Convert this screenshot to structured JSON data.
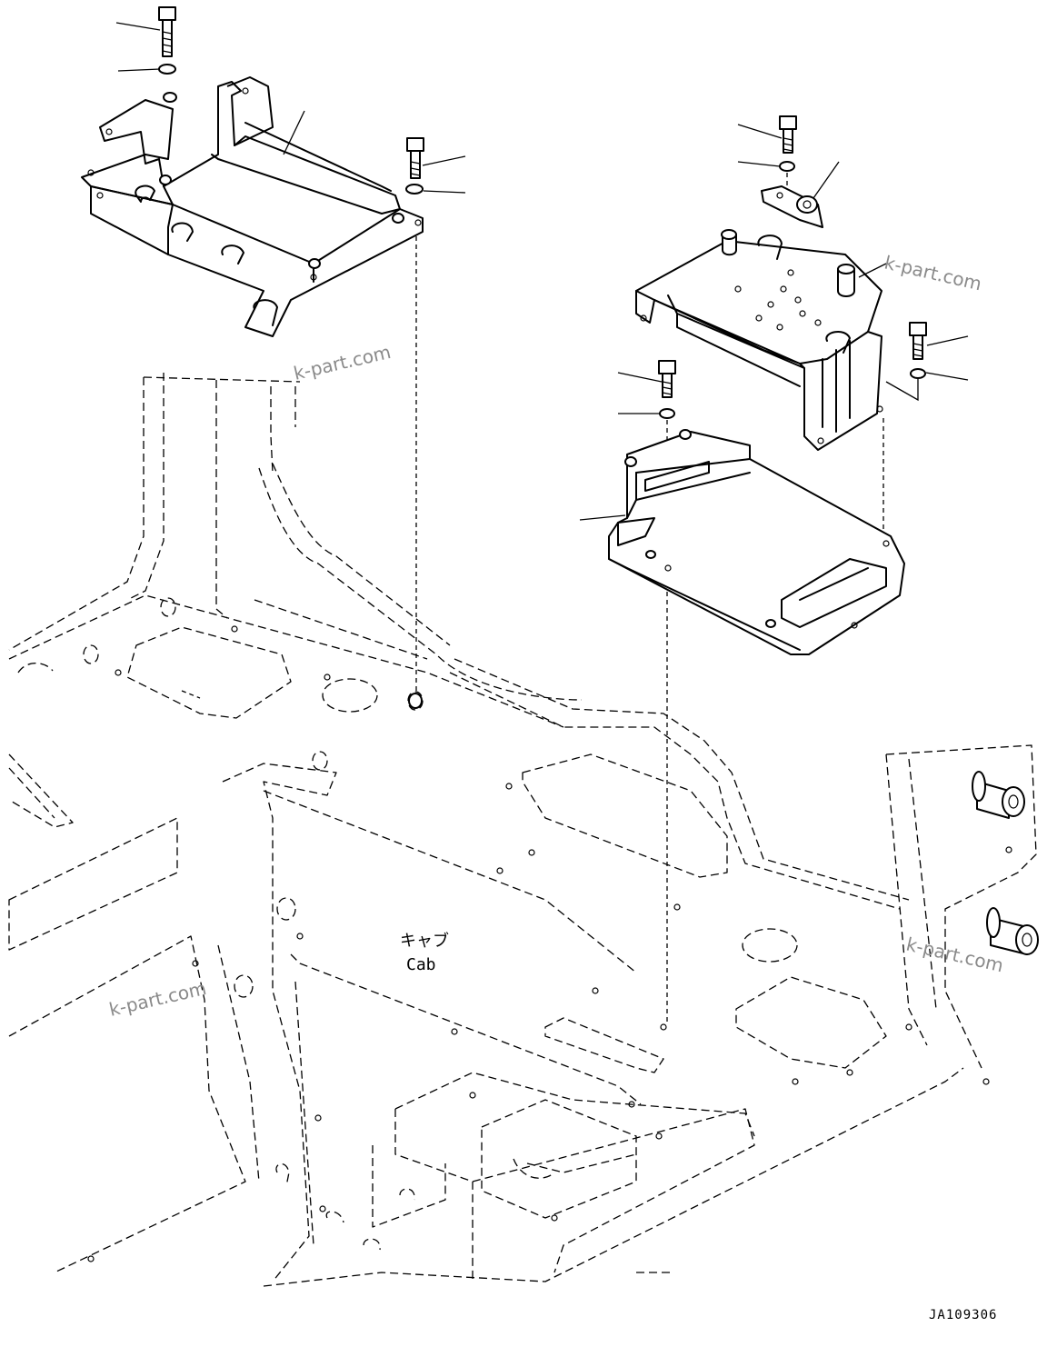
{
  "cab_label_jp": "キャブ",
  "cab_label_en": "Cab",
  "drawing_code": "JA109306",
  "watermark": "k-part.com"
}
